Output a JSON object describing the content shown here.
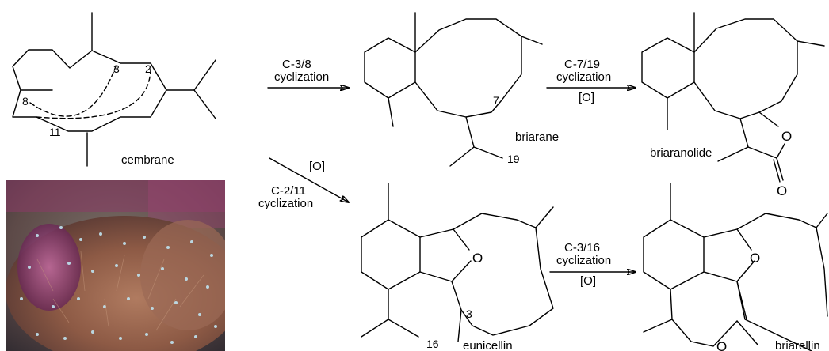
{
  "compounds": {
    "cembrane": "cembrane",
    "briarane": "briarane",
    "briaranolide": "briaranolide",
    "eunicellin": "eunicellin",
    "briarellin": "briarellin"
  },
  "atom_numbers": {
    "cembrane_3": "3",
    "cembrane_2": "2",
    "cembrane_8": "8",
    "cembrane_11": "11",
    "briarane_7": "7",
    "briarane_19": "19",
    "eunicellin_3": "3",
    "eunicellin_16": "16"
  },
  "heteroatoms": {
    "oxygen": "O"
  },
  "arrows": {
    "c38": {
      "line1": "C-3/8",
      "line2": "cyclization"
    },
    "c719": {
      "line1": "C-7/19",
      "line2": "cyclization",
      "line3": "[O]"
    },
    "c211": {
      "line1": "[O]",
      "line2": "C-2/11",
      "line3": "cyclization"
    },
    "c316": {
      "line1": "C-3/16",
      "line2": "cyclization",
      "line3": "[O]"
    }
  },
  "photo": {
    "subject": "soft coral colony photograph"
  }
}
